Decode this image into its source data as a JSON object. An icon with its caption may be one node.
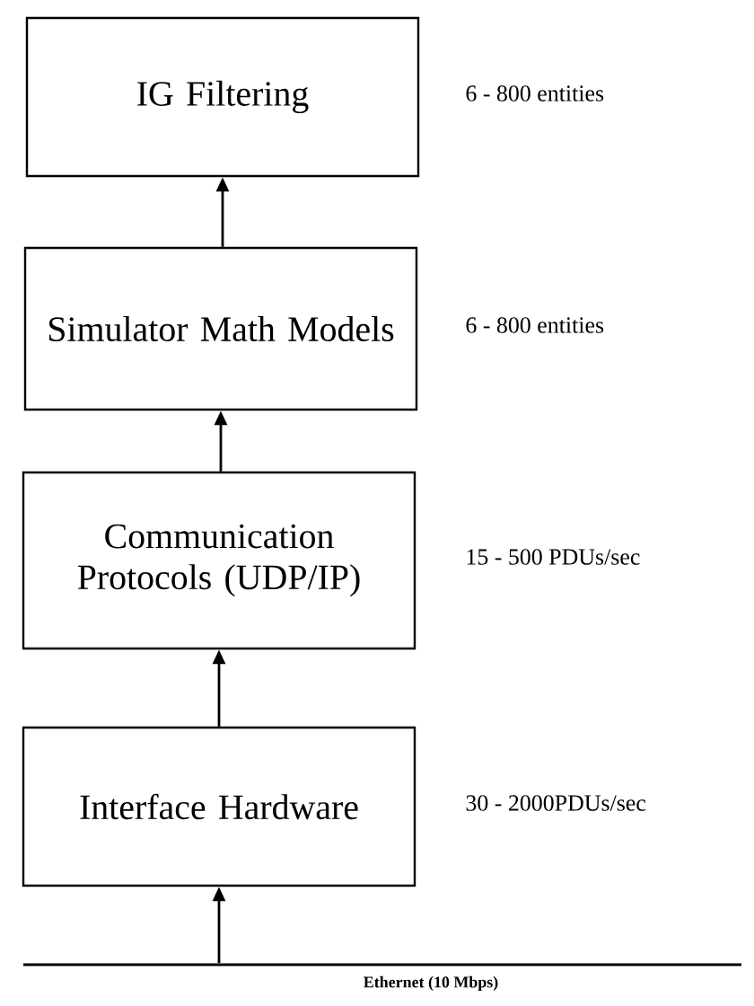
{
  "diagram": {
    "nodes": [
      {
        "text": [
          "IG Filtering"
        ],
        "beside": [
          "6 - 800 entities"
        ]
      },
      {
        "text": [
          "Simulator Math Models"
        ],
        "beside": [
          "6 - 800 entities"
        ]
      },
      {
        "text": [
          "Communication Protocols (UDP/IP)"
        ],
        "beside": [
          "15 - 500 PDUs/sec"
        ]
      },
      {
        "text": [
          "Interface Hardware"
        ],
        "beside": [
          "30 - 2000PDUs/sec"
        ]
      },
      {
        "text": [
          "Ethernet (10 Mbps)"
        ]
      }
    ],
    "edges": [
      {
        "from": 4,
        "to": 3,
        "arrow": "to"
      },
      {
        "from": 3,
        "to": 2,
        "arrow": "to"
      },
      {
        "from": 2,
        "to": 1,
        "arrow": "to"
      },
      {
        "from": 1,
        "to": 0,
        "arrow": "to"
      }
    ]
  }
}
